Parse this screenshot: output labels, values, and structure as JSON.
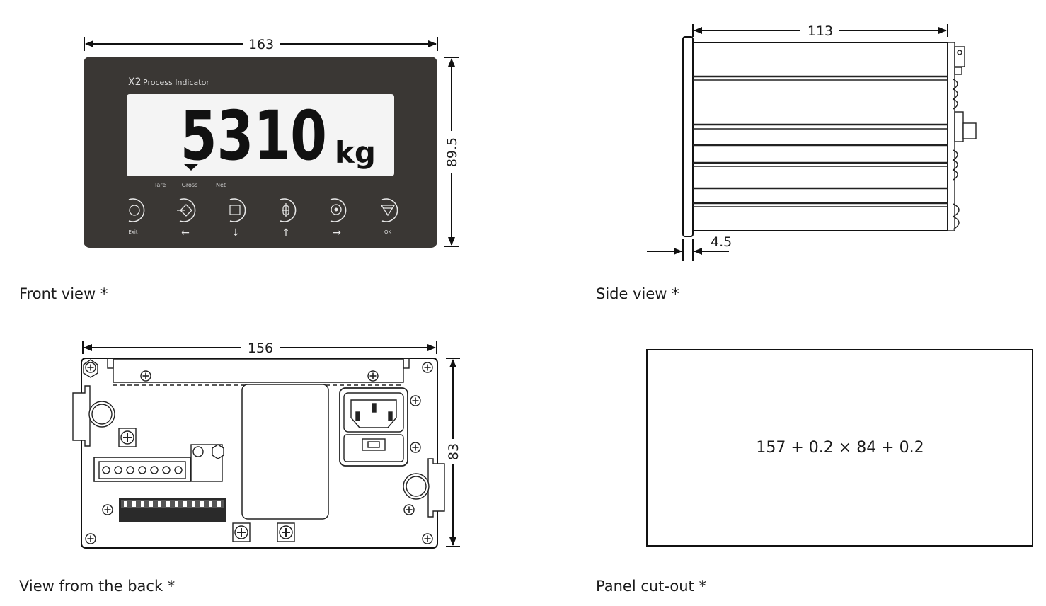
{
  "front_view": {
    "caption": "Front view *",
    "width_dim": "163",
    "height_dim": "89.5",
    "brand": "X2",
    "model": "Process Indicator",
    "display_value": "5310",
    "display_unit": "kg",
    "indicator_labels": [
      "Tare",
      "Gross",
      "Net"
    ],
    "key_labels": [
      "Exit",
      "←",
      "↓",
      "↑",
      "→",
      "OK"
    ],
    "panel_color": "#3a3734",
    "lcd_color": "#f4f4f4"
  },
  "side_view": {
    "caption": "Side view *",
    "depth_dim": "113",
    "bezel_dim": "4.5"
  },
  "back_view": {
    "caption": "View from the back *",
    "width_dim": "156",
    "height_dim": "83"
  },
  "panel_cutout": {
    "caption": "Panel cut-out *",
    "size_text": "157 + 0.2 × 84 + 0.2"
  }
}
